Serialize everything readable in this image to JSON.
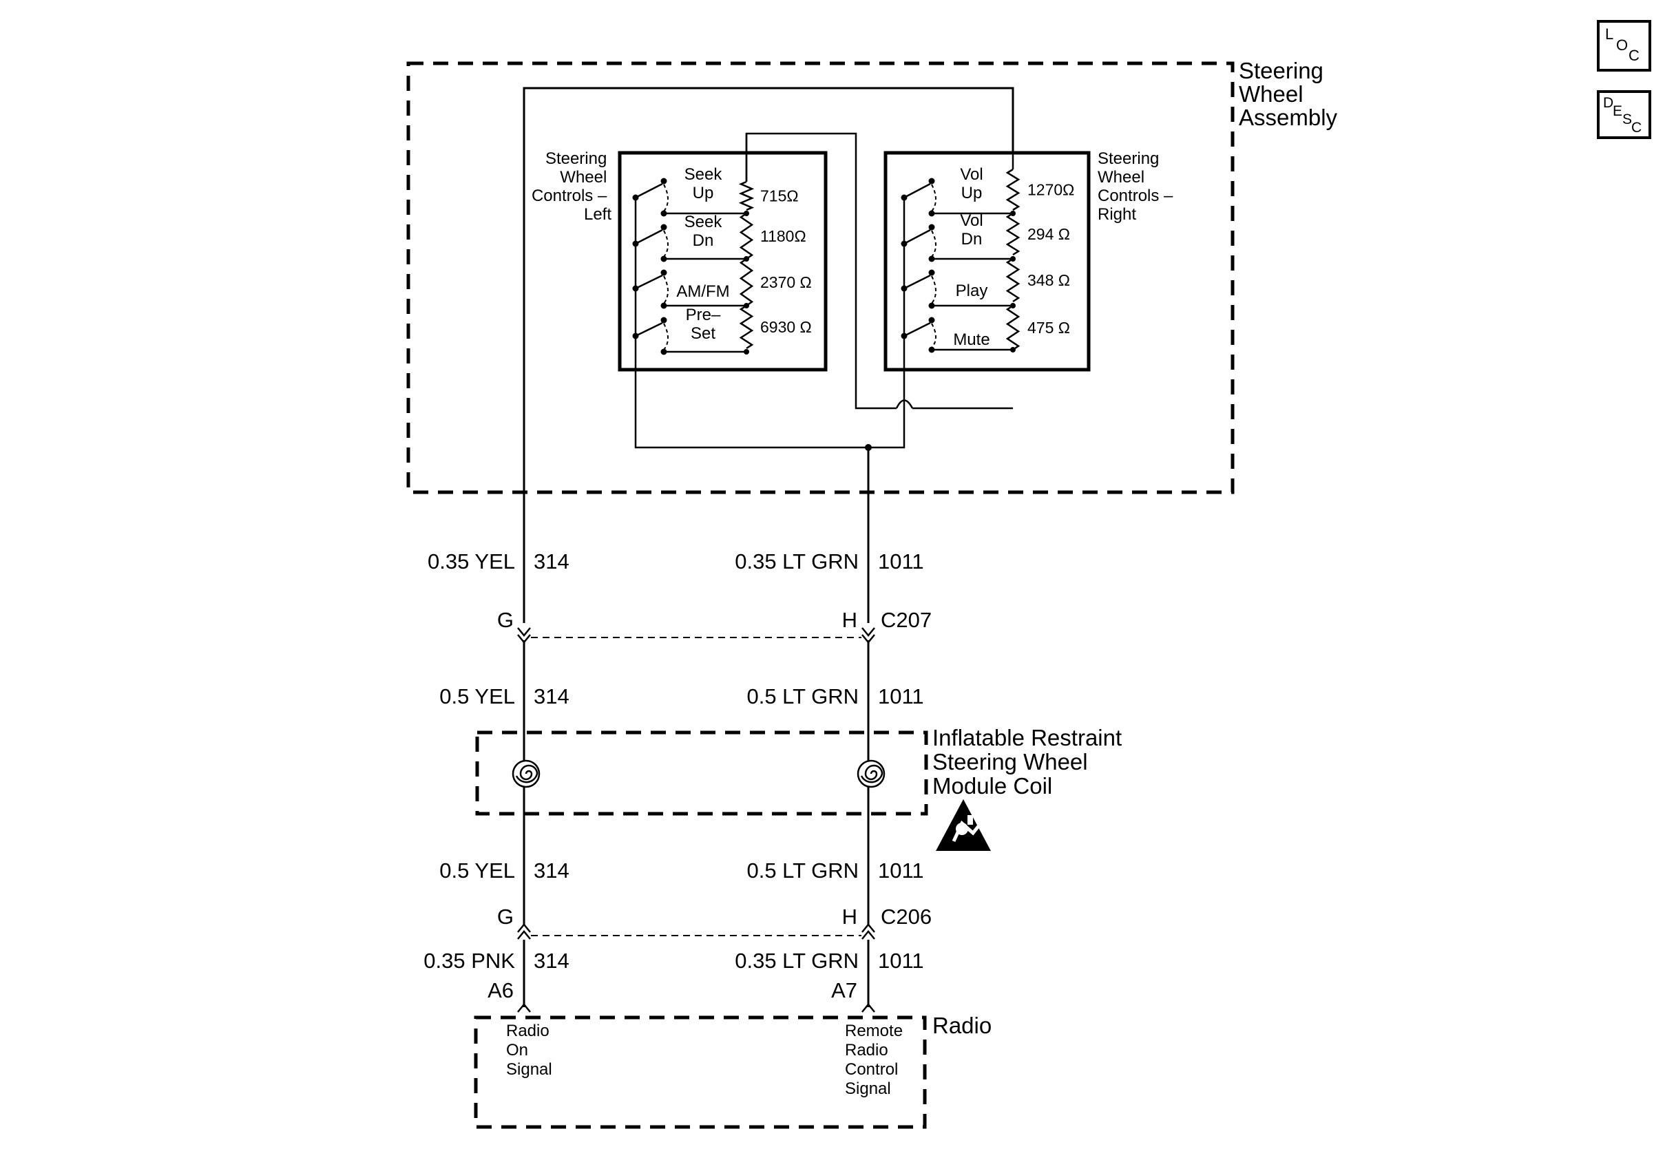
{
  "assemblies": {
    "steering_wheel": [
      "Steering",
      "Wheel",
      "Assembly"
    ],
    "controls_left": [
      "Steering",
      "Wheel",
      "Controls –",
      "Left"
    ],
    "controls_right": [
      "Steering",
      "Wheel",
      "Controls –",
      "Right"
    ],
    "coil": [
      "Inflatable Restraint",
      "Steering Wheel",
      "Module Coil"
    ],
    "radio": "Radio"
  },
  "left_switches": [
    {
      "label": [
        "Seek",
        "Up"
      ],
      "resistance": "715Ω"
    },
    {
      "label": [
        "Seek",
        "Dn"
      ],
      "resistance": "1180Ω"
    },
    {
      "label": [
        "AM/FM"
      ],
      "resistance": "2370 Ω"
    },
    {
      "label": [
        "Pre–",
        "Set"
      ],
      "resistance": "6930 Ω"
    }
  ],
  "right_switches": [
    {
      "label": [
        "Vol",
        "Up"
      ],
      "resistance": "1270Ω"
    },
    {
      "label": [
        "Vol",
        "Dn"
      ],
      "resistance": "294 Ω"
    },
    {
      "label": [
        "Play"
      ],
      "resistance": "348 Ω"
    },
    {
      "label": [
        "Mute"
      ],
      "resistance": "475 Ω"
    }
  ],
  "wires": {
    "left": [
      {
        "gauge_color": "0.35 YEL",
        "circuit": "314"
      },
      {
        "gauge_color": "0.5 YEL",
        "circuit": "314"
      },
      {
        "gauge_color": "0.5 YEL",
        "circuit": "314"
      },
      {
        "gauge_color": "0.35 PNK",
        "circuit": "314"
      }
    ],
    "right": [
      {
        "gauge_color": "0.35 LT GRN",
        "circuit": "1011"
      },
      {
        "gauge_color": "0.5 LT GRN",
        "circuit": "1011"
      },
      {
        "gauge_color": "0.5 LT GRN",
        "circuit": "1011"
      },
      {
        "gauge_color": "0.35 LT GRN",
        "circuit": "1011"
      }
    ]
  },
  "connectors": {
    "c207": {
      "name": "C207",
      "left_pin": "G",
      "right_pin": "H"
    },
    "c206": {
      "name": "C206",
      "left_pin": "G",
      "right_pin": "H"
    }
  },
  "radio_pins": {
    "left": {
      "pin": "A6",
      "label": [
        "Radio",
        "On",
        "Signal"
      ]
    },
    "right": {
      "pin": "A7",
      "label": [
        "Remote",
        "Radio",
        "Control",
        "Signal"
      ]
    }
  },
  "buttons": {
    "loc": [
      "L",
      "O",
      "C"
    ],
    "desc": [
      "D",
      "E",
      "S",
      "C"
    ]
  },
  "icons": {
    "airbag_warning": "airbag-warning-icon",
    "clockspring": "clockspring-coil-icon"
  }
}
